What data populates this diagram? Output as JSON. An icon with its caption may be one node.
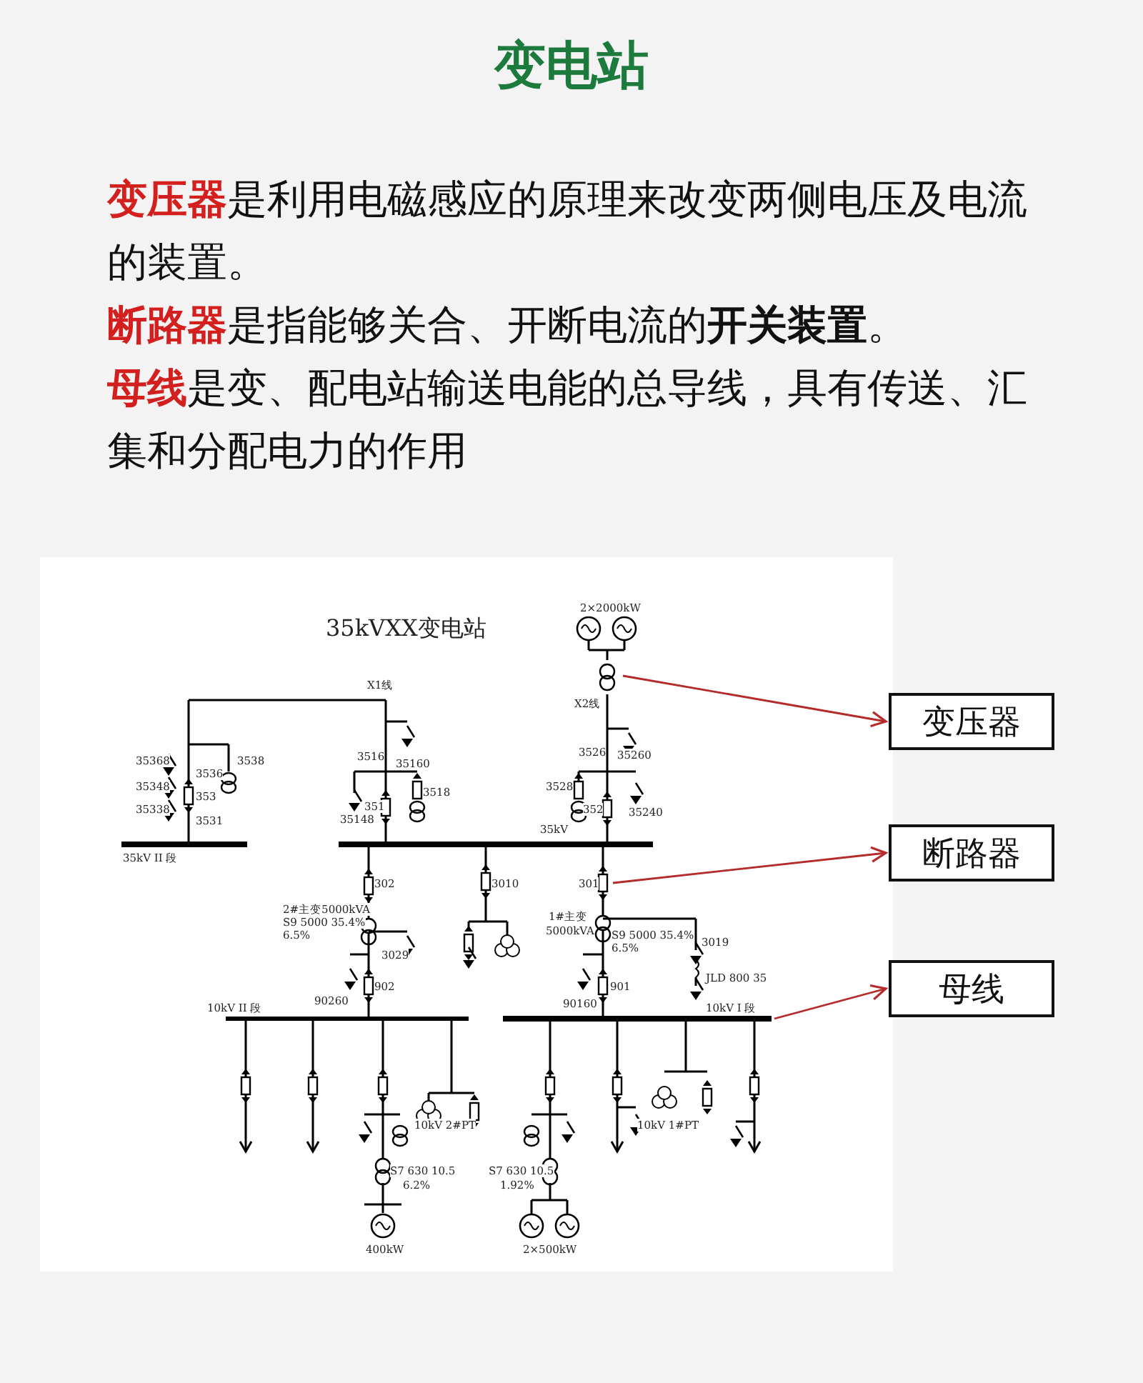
{
  "diagram": {
    "title": "变电站",
    "nodes": [
      {
        "text": [
          "变压器"
        ]
      },
      {
        "text": [
          "断路器"
        ]
      },
      {
        "text": [
          "母线"
        ]
      }
    ],
    "edges": [
      {
        "from": null,
        "to": 0,
        "arrow": "to"
      },
      {
        "from": null,
        "to": 1,
        "arrow": "to"
      },
      {
        "from": null,
        "to": 2,
        "arrow": "to"
      }
    ],
    "labels": [
      "**变压器**是利用电磁感应的原理来改变两侧电压及电流的装置。",
      "**断路器**是指能够关合、开断电流的**开关装置**。",
      "**母线**是变、配电站输送电能的总导线，具有传送、汇集和分配电力的作用",
      "35kVXX变电站",
      "2×2000kW",
      "X1线",
      "X2线",
      "35368",
      "3536",
      "35348",
      "353",
      "35338",
      "3531",
      "3538",
      "3516",
      "35160",
      "351",
      "3518",
      "35148",
      "3526",
      "35260",
      "3528",
      "352",
      "35240",
      "35kV",
      "35kV II 段",
      "302",
      "3010",
      "2#主变5000kVA",
      "S9 5000 35.4%",
      "6.5%",
      "3029",
      "902",
      "90260",
      "10kV II 段",
      "301",
      "1#主变",
      "5000kVA",
      "S9 5000 35.4%",
      "6.5%",
      "3019",
      "JLD 800 35",
      "901",
      "90160",
      "10kV I 段",
      "10kV 2#PT",
      "S7 630 10.5",
      "6.2%",
      "400kW",
      "10kV 1#PT",
      "S7 630 10.5",
      "1.92%",
      "2×500kW"
    ]
  }
}
